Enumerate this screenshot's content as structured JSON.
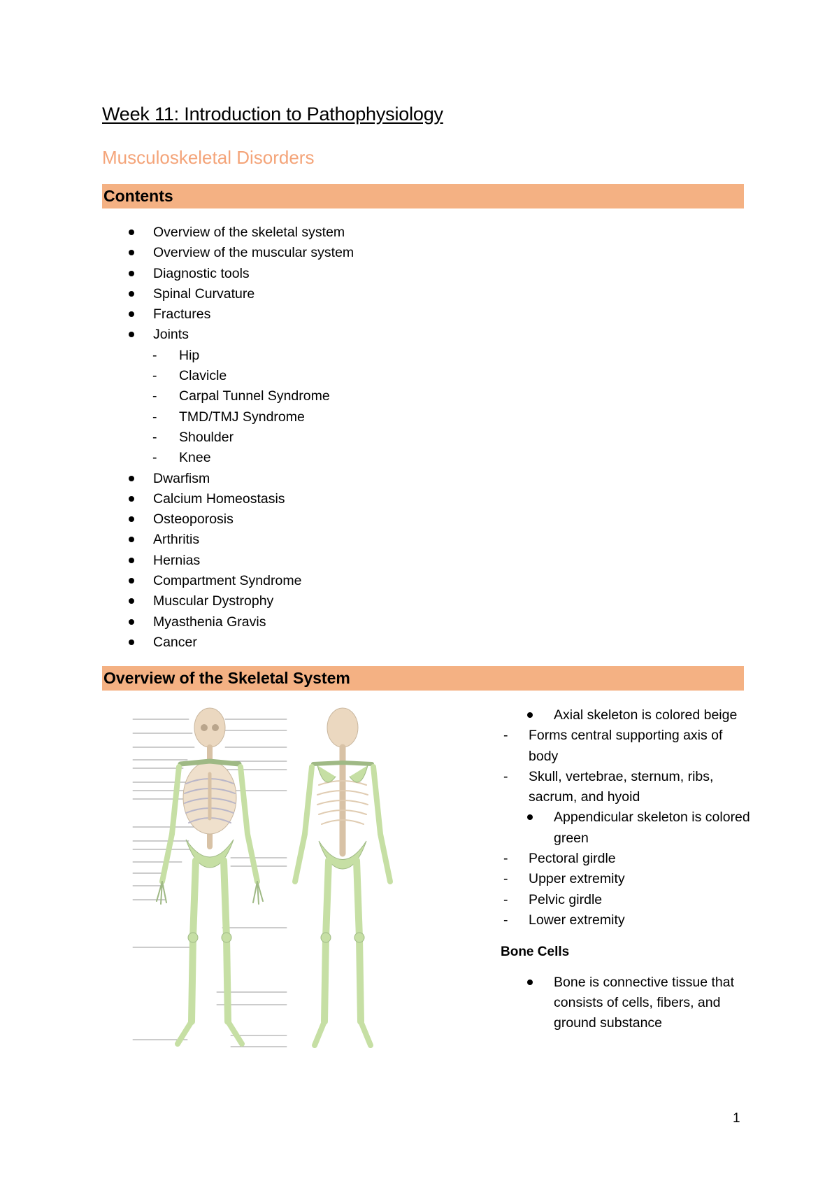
{
  "document": {
    "title": "Week 11: Introduction to Pathophysiology",
    "subtitle": "Musculoskeletal Disorders",
    "page_number": "1"
  },
  "contents": {
    "heading": "Contents",
    "items": [
      {
        "label": "Overview of the skeletal system",
        "level": 1
      },
      {
        "label": "Overview of the muscular system",
        "level": 1
      },
      {
        "label": "Diagnostic tools",
        "level": 1
      },
      {
        "label": "Spinal Curvature",
        "level": 1
      },
      {
        "label": "Fractures",
        "level": 1
      },
      {
        "label": "Joints",
        "level": 1
      },
      {
        "label": "Hip",
        "level": 2
      },
      {
        "label": "Clavicle",
        "level": 2
      },
      {
        "label": "Carpal Tunnel Syndrome",
        "level": 2
      },
      {
        "label": "TMD/TMJ Syndrome",
        "level": 2
      },
      {
        "label": "Shoulder",
        "level": 2
      },
      {
        "label": "Knee",
        "level": 2
      },
      {
        "label": "Dwarfism",
        "level": 1
      },
      {
        "label": "Calcium Homeostasis",
        "level": 1
      },
      {
        "label": "Osteoporosis",
        "level": 1
      },
      {
        "label": "Arthritis",
        "level": 1
      },
      {
        "label": "Hernias",
        "level": 1
      },
      {
        "label": "Compartment Syndrome",
        "level": 1
      },
      {
        "label": "Muscular Dystrophy",
        "level": 1
      },
      {
        "label": "Myasthenia Gravis",
        "level": 1
      },
      {
        "label": "Cancer",
        "level": 1
      }
    ]
  },
  "skeletal_section": {
    "heading": "Overview of the Skeletal System",
    "figure": {
      "colors": {
        "axial": "#EBD8C0",
        "appendicular": "#C6DFA4",
        "outline": "#9FB985"
      }
    },
    "notes": [
      {
        "type": "bullet",
        "text": "Axial skeleton is colored beige"
      },
      {
        "type": "dash",
        "text": "Forms central supporting axis of body"
      },
      {
        "type": "dash",
        "text": "Skull, vertebrae, sternum, ribs, sacrum, and hyoid"
      },
      {
        "type": "bullet",
        "text": "Appendicular skeleton is colored green"
      },
      {
        "type": "dash",
        "text": "Pectoral girdle"
      },
      {
        "type": "dash",
        "text": "Upper extremity"
      },
      {
        "type": "dash",
        "text": "Pelvic girdle"
      },
      {
        "type": "dash",
        "text": "Lower extremity"
      }
    ],
    "subheading": "Bone Cells",
    "bone_cells": [
      {
        "type": "bullet",
        "text": "Bone is connective tissue that consists of cells, fibers, and ground substance"
      }
    ]
  },
  "theme": {
    "heading_bar": "#F4B183",
    "subtitle_color": "#F4A479"
  }
}
